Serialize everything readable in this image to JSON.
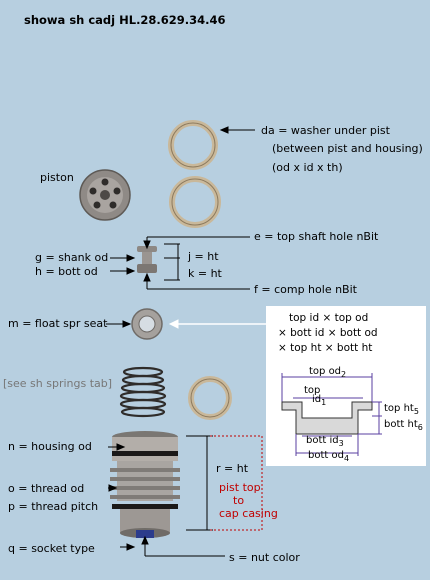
{
  "title": "showa sh cadj    HL.28.629.34.46",
  "labels": {
    "da_line1": "da = washer under pist",
    "da_line2": "(between pist and housing)",
    "da_line3": "(od x id x th)",
    "piston": "piston",
    "e": "e = top shaft hole nBit",
    "g": "g = shank od",
    "h": "h = bott od",
    "j": "j = ht",
    "k": "k = ht",
    "f": "f = comp hole nBit",
    "m": "m = float spr seat",
    "see_springs": "[see sh springs tab]",
    "n": "n = housing od",
    "r": "r = ht",
    "o": "o = thread od",
    "p": "p = thread pitch",
    "pist_top_1": "pist top",
    "pist_top_2": "to",
    "pist_top_3": "cap casing",
    "q": "q = socket type",
    "s": "s = nut color"
  },
  "seat_box": {
    "line1": "top id × top od",
    "line2": "× bott id × bott od",
    "line3": "× top ht × bott ht",
    "top_od": "top od",
    "top_od_sub": "2",
    "top_id": "top",
    "top_id_2": "id",
    "top_id_sub": "1",
    "top_ht": "top ht",
    "top_ht_sub": "5",
    "bott_ht": "bott ht",
    "bott_ht_sub": "6",
    "bott_id": "bott id",
    "bott_id_sub": "3",
    "bott_od": "bott od",
    "bott_od_sub": "4"
  },
  "colors": {
    "background": "#b7cfe0",
    "dim_red": "#c00000",
    "dim_purple": "#5a3fa0",
    "muted_text": "#777777"
  }
}
